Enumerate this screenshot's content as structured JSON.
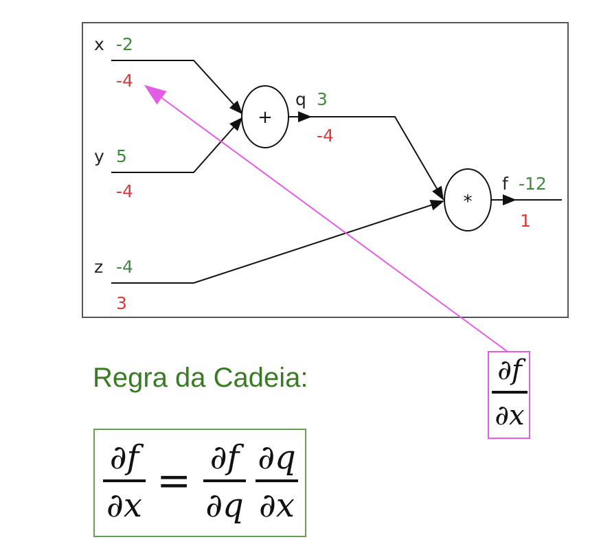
{
  "graph": {
    "x": {
      "name": "x",
      "forward": "-2",
      "grad": "-4"
    },
    "y": {
      "name": "y",
      "forward": "5",
      "grad": "-4"
    },
    "z": {
      "name": "z",
      "forward": "-4",
      "grad": "3"
    },
    "q": {
      "name": "q",
      "forward": "3",
      "grad": "-4"
    },
    "f": {
      "name": "f",
      "forward": "-12",
      "grad": "1"
    },
    "add_op": "+",
    "mul_op": "*"
  },
  "colors": {
    "forward": "#3f8a3f",
    "backward": "#d23c3c",
    "arrow": "#e35ce3",
    "heading": "#3b7a25"
  },
  "chain_rule": {
    "heading": "Regra da Cadeia:",
    "partial_f": "∂f",
    "partial_x": "∂x",
    "partial_q": "∂q",
    "equals": "="
  }
}
